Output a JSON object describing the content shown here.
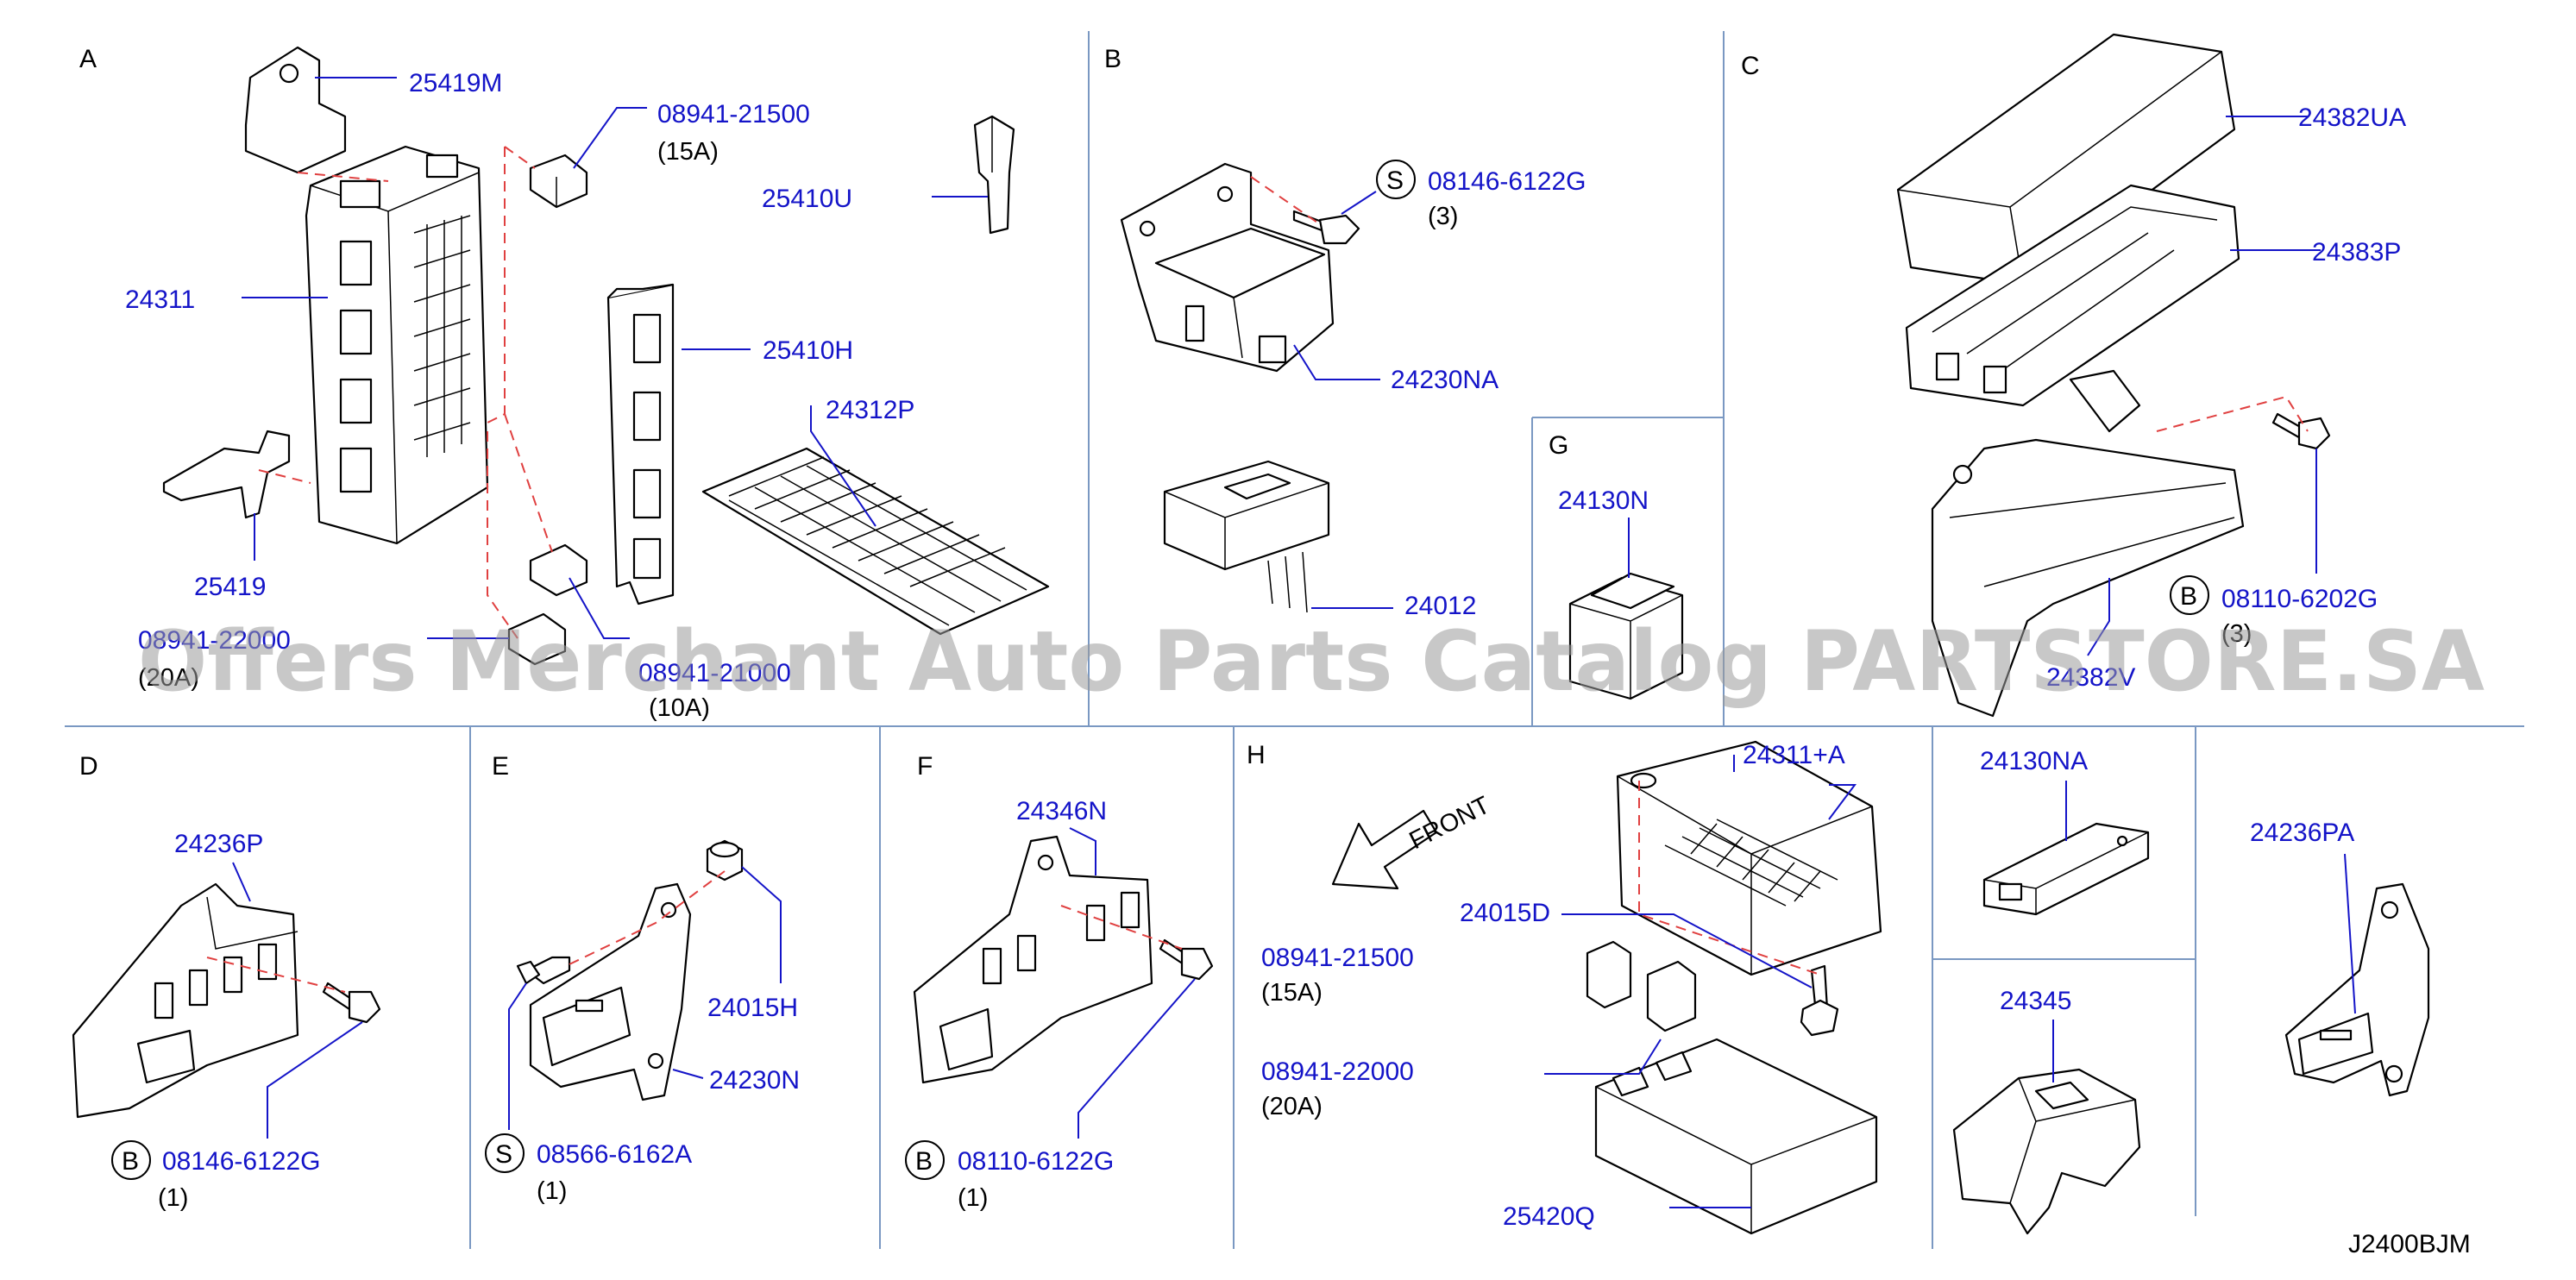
{
  "diagram_code": "J2400BJM",
  "watermark": "Offers Merchant Auto Parts Catalog PARTSTORE.SA",
  "front_label": "FRONT",
  "sections": {
    "A": {
      "letter": "A",
      "p_25419M": "25419M",
      "p_0894121500": "08941-21500",
      "q_15A": "(15A)",
      "p_25410U": "25410U",
      "p_24311": "24311",
      "p_25410H": "25410H",
      "p_24312P": "24312P",
      "p_25419": "25419",
      "p_0894122000": "08941-22000",
      "q_20A": "(20A)",
      "p_0894121000": "08941-21000",
      "q_10A": "(10A)"
    },
    "B": {
      "letter": "B",
      "mark_S": "S",
      "p_081466122G": "08146-6122G",
      "q_3": "(3)",
      "p_24230NA": "24230NA",
      "p_24012": "24012"
    },
    "C": {
      "letter": "C",
      "p_24382UA": "24382UA",
      "p_24383P": "24383P",
      "mark_B": "B",
      "p_081106202G": "08110-6202G",
      "q_3": "(3)",
      "p_24382V": "24382V"
    },
    "G": {
      "letter": "G",
      "p_24130N": "24130N"
    },
    "D": {
      "letter": "D",
      "p_24236P": "24236P",
      "mark_B": "B",
      "p_081466122G": "08146-6122G",
      "q_1": "(1)"
    },
    "E": {
      "letter": "E",
      "p_24015H": "24015H",
      "p_24230N": "24230N",
      "mark_S": "S",
      "p_085666162A": "08566-6162A",
      "q_1": "(1)"
    },
    "F": {
      "letter": "F",
      "p_24346N": "24346N",
      "mark_B": "B",
      "p_081106122G": "08110-6122G",
      "q_1": "(1)"
    },
    "H": {
      "letter": "H",
      "p_24311A": "24311+A",
      "p_24015D": "24015D",
      "p_0894121500": "08941-21500",
      "q_15A": "(15A)",
      "p_0894122000": "08941-22000",
      "q_20A": "(20A)",
      "p_25420Q": "25420Q"
    },
    "I": {
      "p_24130NA": "24130NA",
      "p_24345": "24345"
    },
    "J": {
      "p_24236PA": "24236PA"
    }
  }
}
